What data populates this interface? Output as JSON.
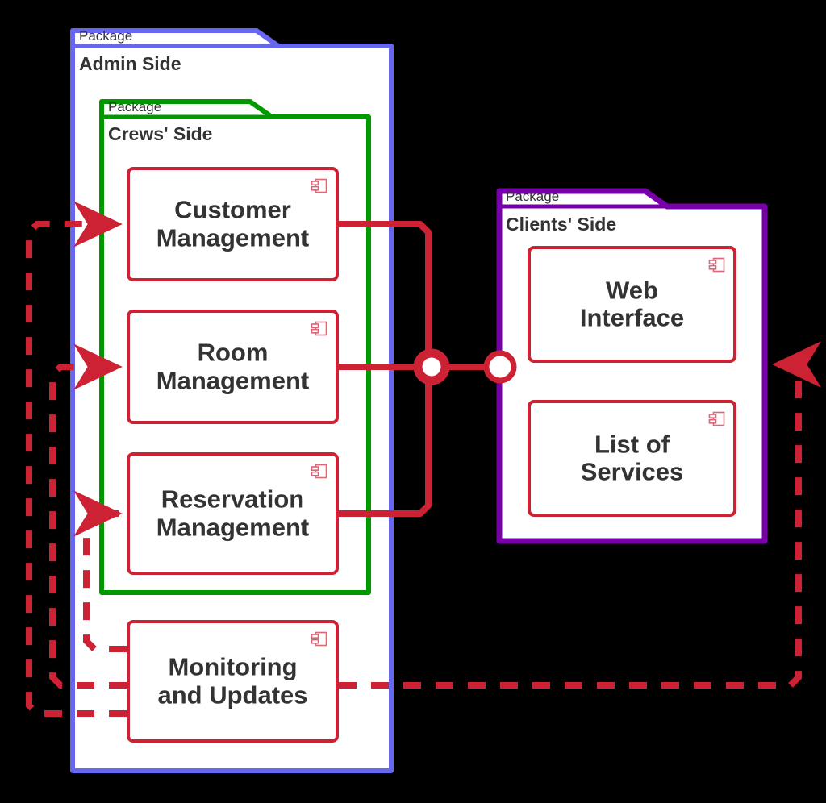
{
  "diagram": {
    "type": "uml-component-diagram",
    "background": "#000000",
    "colors": {
      "component_border": "#cc2233",
      "component_fill": "#ffffff",
      "connector": "#cc2233",
      "dependency": "#cc2233",
      "text": "#333333",
      "package_admin_border": "#6666ee",
      "package_crews_border": "#009900",
      "package_clients_border": "#7700aa",
      "package_fill": "#ffffff"
    }
  },
  "packages": [
    {
      "id": "admin-side",
      "stereotype": "Package",
      "name": "Admin Side",
      "border_color": "#6666ee"
    },
    {
      "id": "crews-side",
      "stereotype": "Package",
      "name": "Crews' Side",
      "border_color": "#009900"
    },
    {
      "id": "clients-side",
      "stereotype": "Package",
      "name": "Clients' Side",
      "border_color": "#7700aa"
    }
  ],
  "components": [
    {
      "id": "customer-management",
      "name": "Customer\nManagement",
      "icon": "component-icon",
      "package": "crews-side"
    },
    {
      "id": "room-management",
      "name": "Room\nManagement",
      "icon": "component-icon",
      "package": "crews-side"
    },
    {
      "id": "reservation-management",
      "name": "Reservation\nManagement",
      "icon": "component-icon",
      "package": "crews-side"
    },
    {
      "id": "monitoring-and-updates",
      "name": "Monitoring\nand Updates",
      "icon": "component-icon",
      "package": "admin-side"
    },
    {
      "id": "web-interface",
      "name": "Web\nInterface",
      "icon": "component-icon",
      "package": "clients-side"
    },
    {
      "id": "list-of-services",
      "name": "List of\nServices",
      "icon": "component-icon",
      "package": "clients-side"
    }
  ],
  "connectors": [
    {
      "id": "assembly-connector",
      "kind": "ball-and-socket",
      "provided_by": [
        "customer-management",
        "room-management",
        "reservation-management"
      ],
      "required_by": [
        "clients-side"
      ],
      "ball_label": "",
      "socket_label": ""
    }
  ],
  "dependencies": [
    {
      "id": "dep-monitoring-to-customer",
      "from": "monitoring-and-updates",
      "to": "customer-management",
      "style": "dashed",
      "arrow": "open"
    },
    {
      "id": "dep-monitoring-to-room",
      "from": "monitoring-and-updates",
      "to": "room-management",
      "style": "dashed",
      "arrow": "open"
    },
    {
      "id": "dep-monitoring-to-reservation",
      "from": "monitoring-and-updates",
      "to": "reservation-management",
      "style": "dashed",
      "arrow": "open"
    },
    {
      "id": "dep-monitoring-to-clients",
      "from": "monitoring-and-updates",
      "to": "clients-side",
      "style": "dashed",
      "arrow": "open"
    }
  ]
}
